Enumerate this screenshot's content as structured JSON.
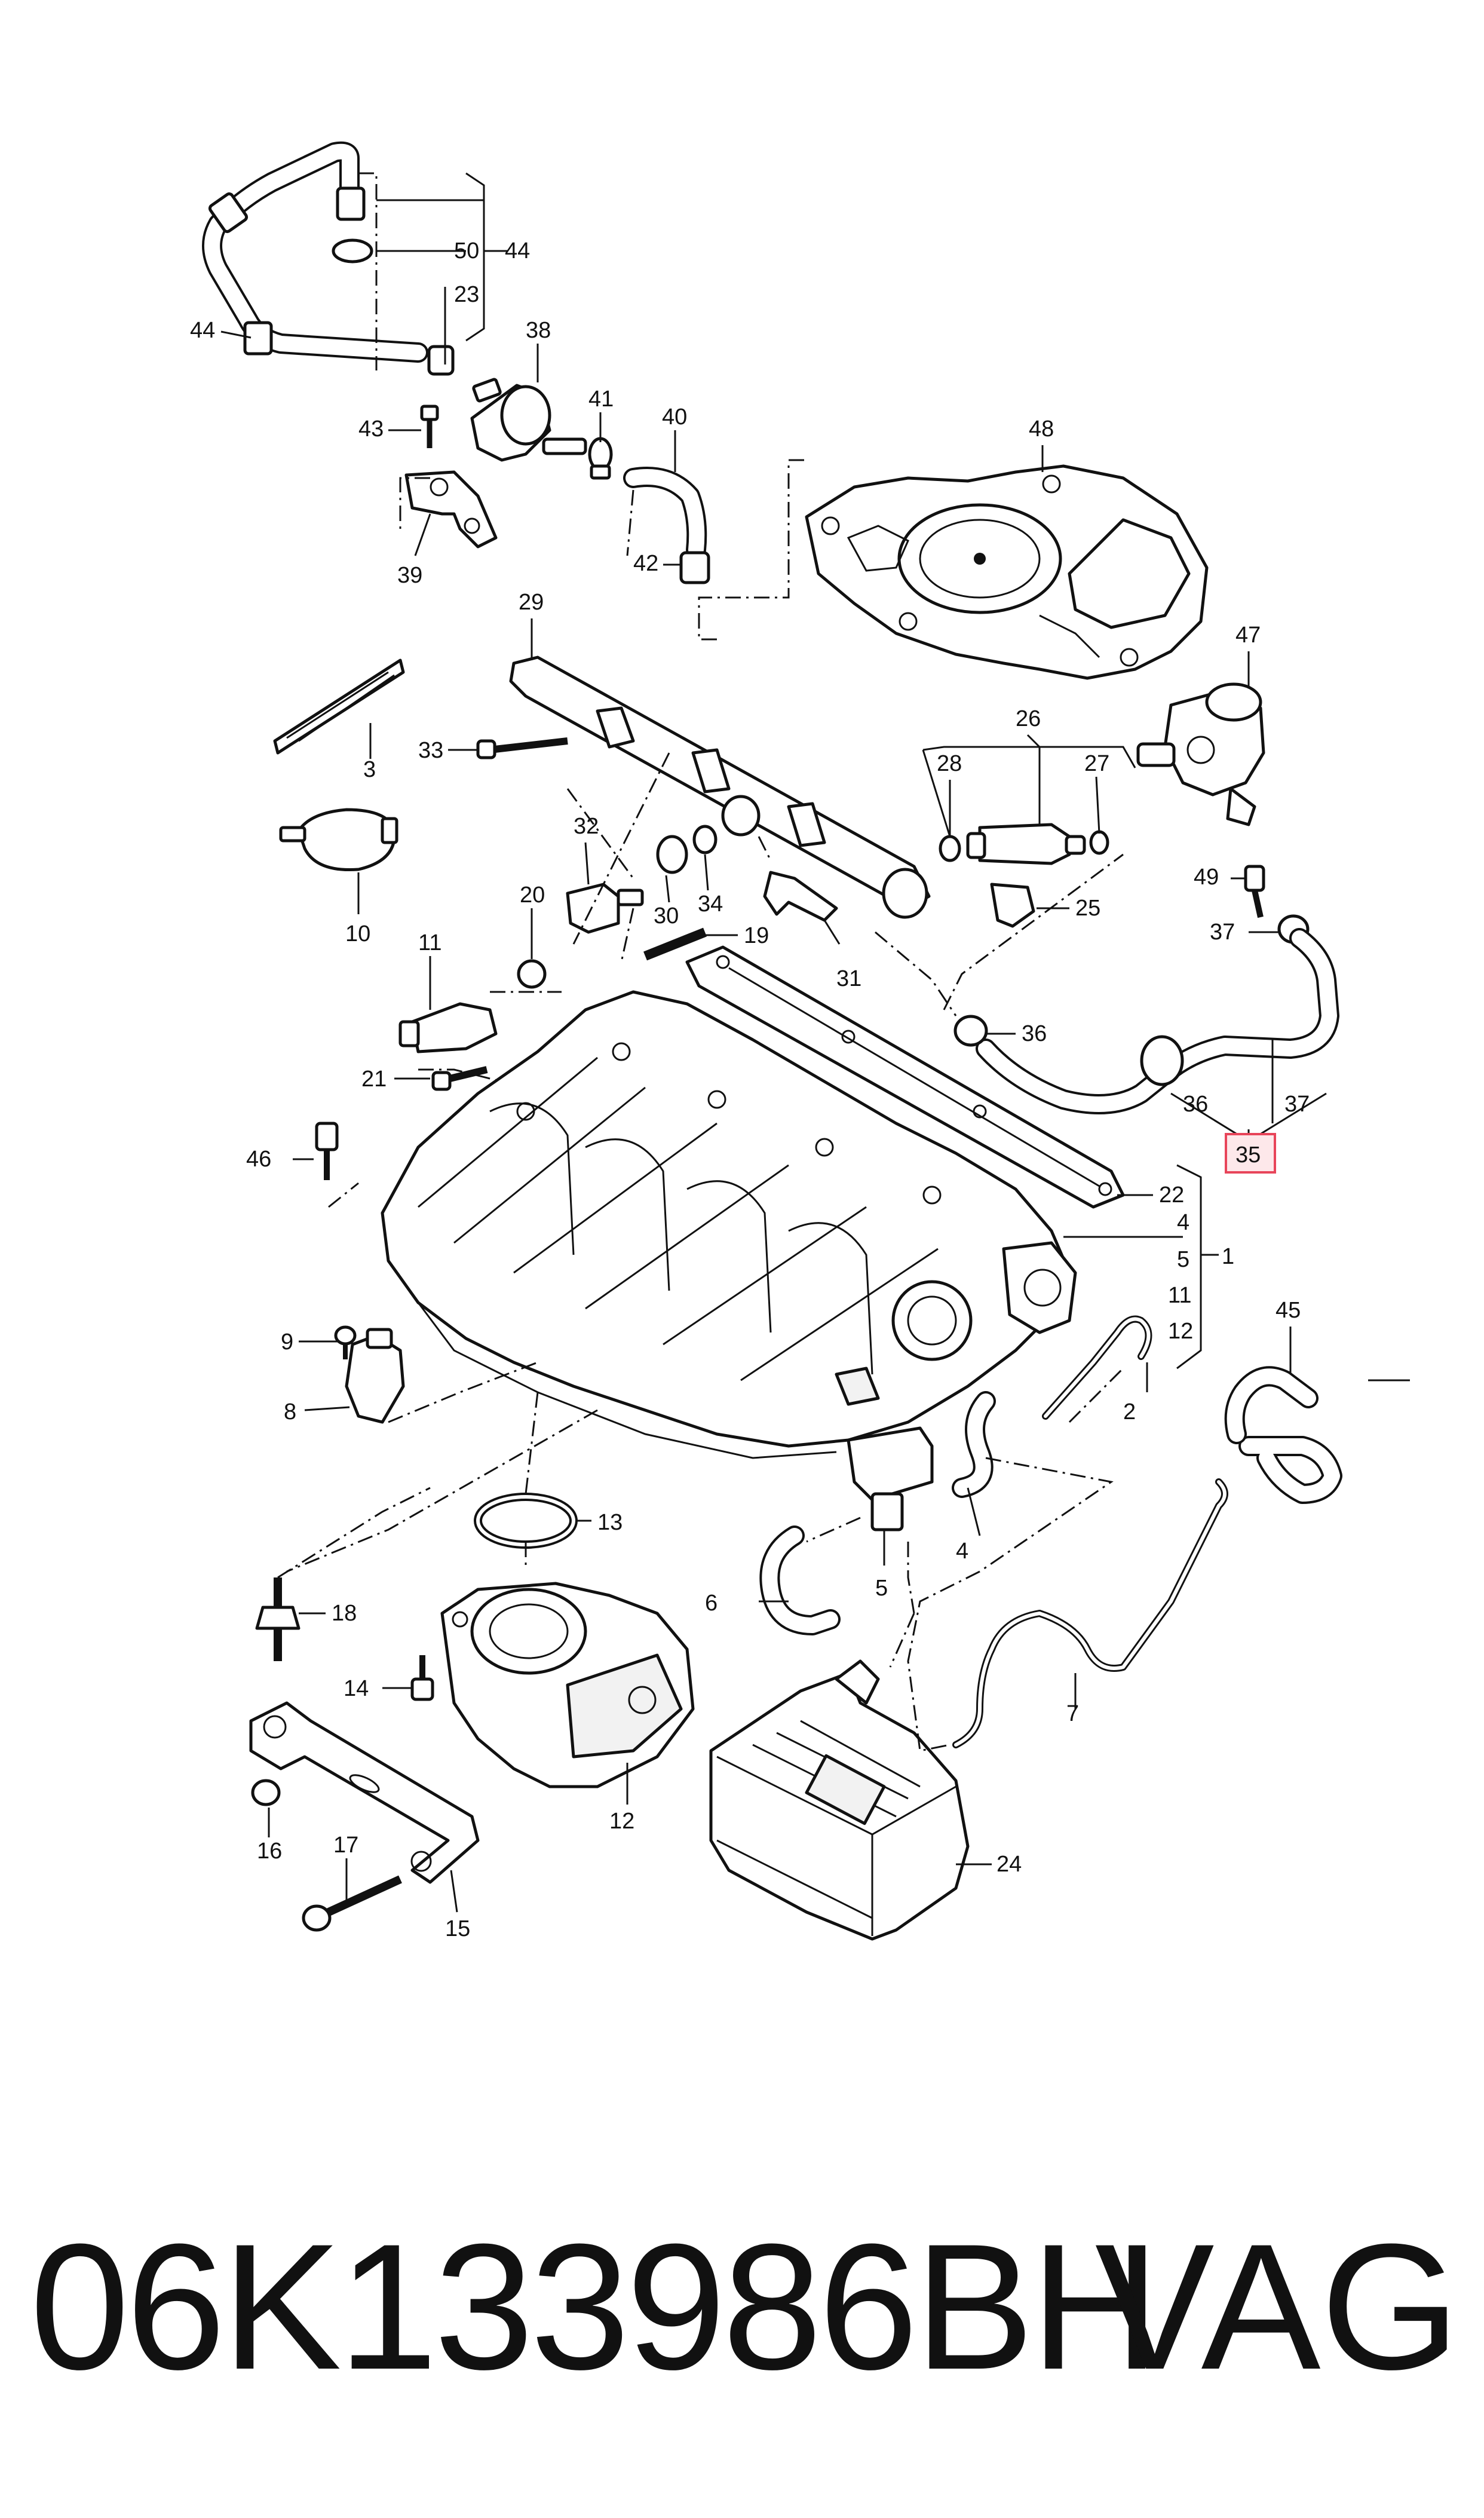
{
  "part_number": "06K133986BH",
  "brand": "VAG",
  "highlighted_callout": "35",
  "highlight_color": "#e8455a",
  "callouts": {
    "c1": "1",
    "c2": "2",
    "c3": "3",
    "c4a": "4",
    "c4b": "4",
    "c5a": "5",
    "c5b": "5",
    "c6": "6",
    "c7": "7",
    "c8": "8",
    "c9": "9",
    "c10": "10",
    "c11": "11",
    "c12a": "12",
    "c12b": "12",
    "c13": "13",
    "c14": "14",
    "c15": "15",
    "c16": "16",
    "c17": "17",
    "c18": "18",
    "c19": "19",
    "c20": "20",
    "c21": "21",
    "c22": "22",
    "c23": "23",
    "c24": "24",
    "c25": "25",
    "c26": "26",
    "c27": "27",
    "c28": "28",
    "c29": "29",
    "c30": "30",
    "c31": "31",
    "c32": "32",
    "c33": "33",
    "c34": "34",
    "c35": "35",
    "c36a": "36",
    "c36b": "36",
    "c37a": "37",
    "c37b": "37",
    "c38": "38",
    "c39": "39",
    "c40": "40",
    "c41": "41",
    "c42": "42",
    "c43": "43",
    "c44a": "44",
    "c44b": "44",
    "c45": "45",
    "c46": "46",
    "c47": "47",
    "c48": "48",
    "c49": "49",
    "c50": "50"
  }
}
